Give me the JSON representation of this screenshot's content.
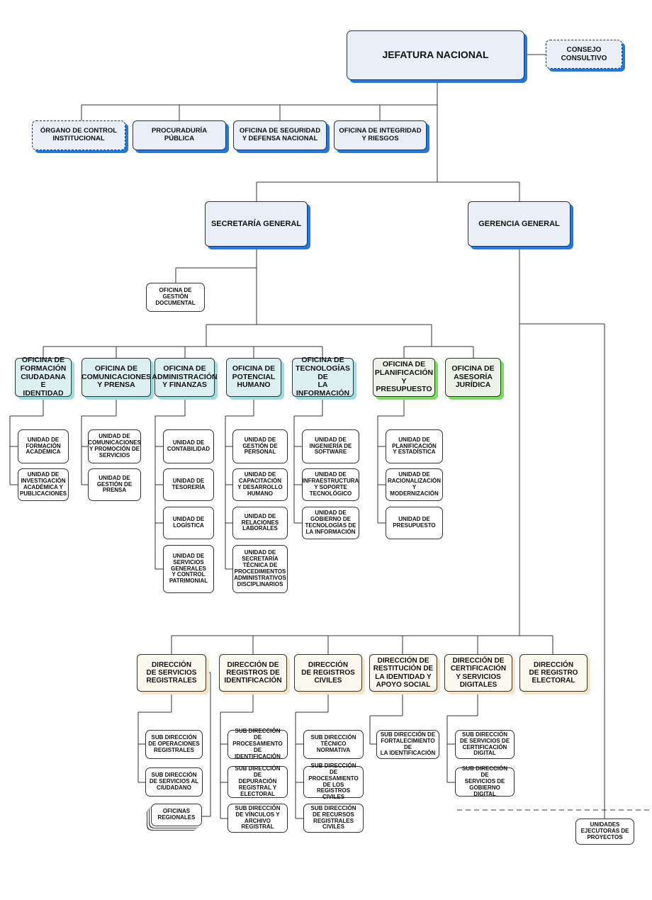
{
  "top": {
    "jefatura": "JEFATURA NACIONAL",
    "consejo": "CONSEJO\nCONSULTIVO"
  },
  "advisory": {
    "control": "ÓRGANO DE CONTROL\nINSTITUCIONAL",
    "procuraduria": "PROCURADURÍA\nPÚBLICA",
    "seguridad": "OFICINA DE SEGURIDAD\nY DEFENSA NACIONAL",
    "integridad": "OFICINA DE INTEGRIDAD\nY RIESGOS"
  },
  "secretaria": {
    "title": "SECRETARÍA GENERAL",
    "gestion_documental": "OFICINA DE\nGESTIÓN\nDOCUMENTAL"
  },
  "gerencia": {
    "title": "GERENCIA GENERAL"
  },
  "offices": {
    "formacion": "OFICINA DE\nFORMACIÓN\nCIUDADANA E\nIDENTIDAD",
    "comunicaciones": "OFICINA DE\nCOMUNICACIONES\nY PRENSA",
    "administracion": "OFICINA DE\nADMINISTRACIÓN\nY FINANZAS",
    "potencial": "OFICINA DE\nPOTENCIAL\nHUMANO",
    "tecnologias": "OFICINA DE\nTECNOLOGÍAS DE\nLA INFORMACIÓN",
    "planificacion": "OFICINA DE\nPLANIFICACIÓN\nY PRESUPUESTO",
    "asesoria": "OFICINA DE\nASESORÍA\nJURÍDICA"
  },
  "units": {
    "formacion_academica": "UNIDAD DE\nFORMACIÓN\nACADÉMICA",
    "investigacion": "UNIDAD DE\nINVESTIGACIÓN\nACADÉMICA Y\nPUBLICACIONES",
    "comunicaciones_promocion": "UNIDAD DE\nCOMUNICACIONES\nY PROMOCIÓN DE\nSERVICIOS",
    "gestion_prensa": "UNIDAD DE\nGESTIÓN DE\nPRENSA",
    "contabilidad": "UNIDAD DE\nCONTABILIDAD",
    "tesoreria": "UNIDAD DE\nTESORERÍA",
    "logistica": "UNIDAD DE\nLOGÍSTICA",
    "servicios_generales": "UNIDAD DE\nSERVICIOS\nGENERALES\nY CONTROL\nPATRIMONIAL",
    "gestion_personal": "UNIDAD DE\nGESTIÓN DE\nPERSONAL",
    "capacitacion": "UNIDAD DE\nCAPACITACIÓN\nY DESARROLLO\nHUMANO",
    "relaciones_laborales": "UNIDAD DE\nRELACIONES\nLABORALES",
    "secretaria_tecnica": "UNIDAD DE\nSECRETARÍA\nTÉCNICA DE\nPROCEDIMIENTOS\nADMINISTRATIVOS\nDISCIPLINARIOS",
    "ingenieria_software": "UNIDAD DE\nINGENIERÍA DE\nSOFTWARE",
    "infraestructura": "UNIDAD DE\nINFRAESTRUCTURA\nY SOPORTE\nTECNOLÓGICO",
    "gobierno_ti": "UNIDAD DE\nGOBIERNO DE\nTECNOLOGÍAS DE\nLA INFORMACIÓN",
    "planificacion_estadistica": "UNIDAD DE\nPLANIFICACIÓN\nY ESTADÍSTICA",
    "racionalizacion": "UNIDAD DE\nRACIONALIZACIÓN\nY MODERNIZACIÓN",
    "presupuesto": "UNIDAD DE\nPRESUPUESTO"
  },
  "directions": {
    "servicios_registrales": "DIRECCIÓN\nDE SERVICIOS\nREGISTRALES",
    "registros_identificacion": "DIRECCIÓN DE\nREGISTROS DE\nIDENTIFICACIÓN",
    "registros_civiles": "DIRECCIÓN\nDE REGISTROS\nCIVILES",
    "restitucion": "DIRECCIÓN DE\nRESTITUCIÓN DE\nLA IDENTIDAD Y\nAPOYO SOCIAL",
    "certificacion": "DIRECCIÓN DE\nCERTIFICACIÓN\nY SERVICIOS\nDIGITALES",
    "registro_electoral": "DIRECCIÓN\nDE REGISTRO\nELECTORAL"
  },
  "subdirections": {
    "operaciones_registrales": "SUB DIRECCIÓN\nDE OPERACIONES\nREGISTRALES",
    "servicios_ciudadano": "SUB DIRECCIÓN\nDE SERVICIOS AL\nCIUDADANO",
    "oficinas_regionales": "OFICINAS\nREGIONALES",
    "procesamiento_identificacion": "SUB DIRECCIÓN\nDE PROCESAMIENTO\nDE IDENTIFICACIÓN",
    "depuracion": "SUB DIRECCIÓN DE\nDEPURACIÓN\nREGISTRAL Y\nELECTORAL",
    "vinculos_archivo": "SUB DIRECCIÓN\nDE VÍNCULOS Y\nARCHIVO REGISTRAL",
    "tecnico_normativa": "SUB DIRECCIÓN\nTÉCNICO\nNORMATIVA",
    "procesamiento_civiles": "SUB DIRECCIÓN DE\nPROCESAMIENTO\nDE LOS REGISTROS\nCIVILES",
    "recursos_civiles": "SUB DIRECCIÓN\nDE RECURSOS\nREGISTRALES CIVILES",
    "fortalecimiento": "SUB DIRECCIÓN DE\nFORTALECIMIENTO DE\nLA IDENTIFICACIÓN",
    "servicios_certificacion": "SUB DIRECCIÓN\nDE SERVICIOS DE\nCERTIFICACIÓN\nDIGITAL",
    "gobierno_digital": "SUB DIRECCIÓN DE\nSERVICIOS DE\nGOBIERNO DIGITAL",
    "unidades_ejecutoras": "UNIDADES\nEJECUTORAS DE\nPROYECTOS"
  },
  "colors": {
    "line": "#333333",
    "blue_shadow": "#1e78e6",
    "top_fill": "#e9eef7",
    "teal_fill": "#dcf0f0",
    "teal_shadow": "#9adfdd",
    "green_fill": "#eef3e9",
    "green_shadow": "#78e05a",
    "cream_fill": "#fcf9ef",
    "cream_shadow": "#f4e6c2"
  }
}
